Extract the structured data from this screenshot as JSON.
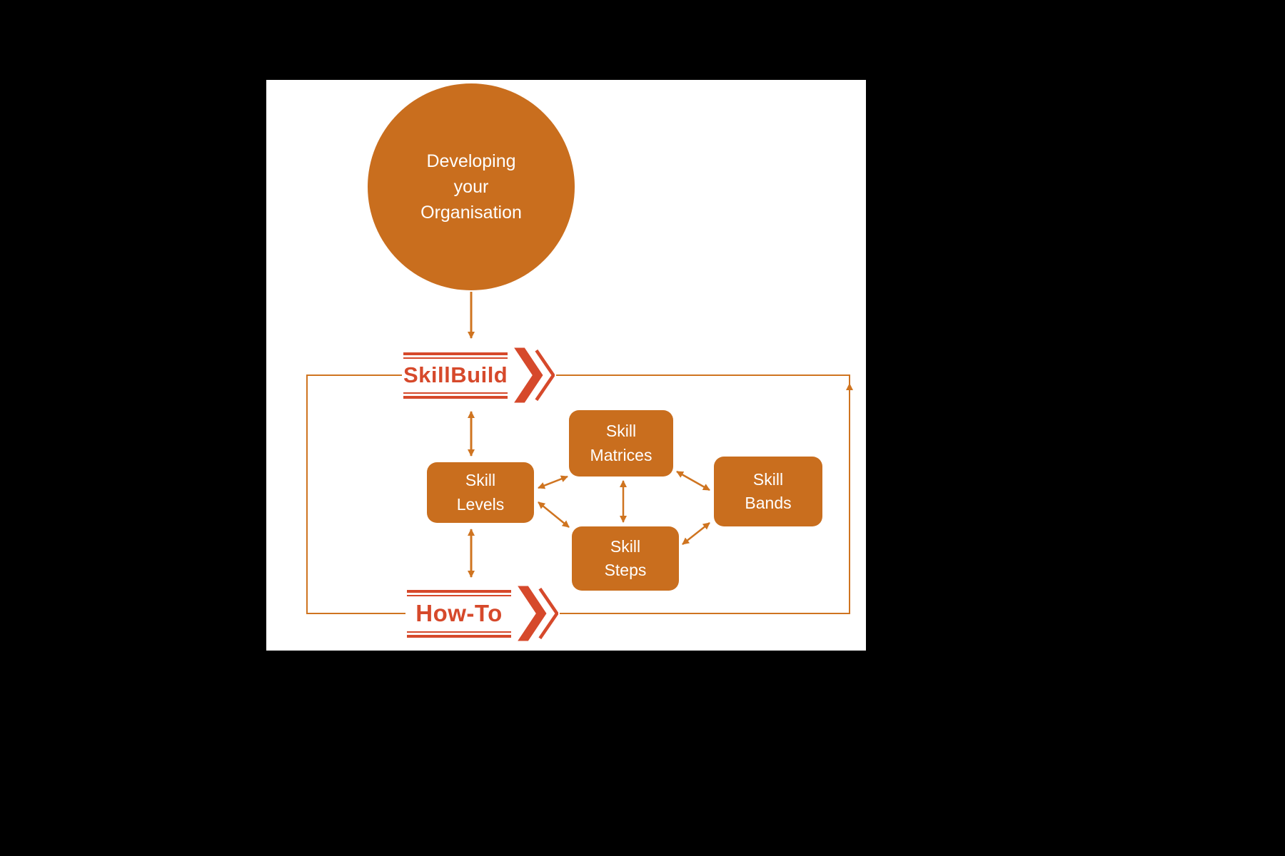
{
  "colors": {
    "node_fill": "#C96E1E",
    "logo_accent": "#D6492B",
    "arrow": "#CF7420",
    "surface": "#ffffff",
    "backdrop": "#000000"
  },
  "nodes": {
    "developing_org": {
      "label": "Developing\nyour\nOrganisation"
    },
    "skillbuild": {
      "label": "SkillBuild"
    },
    "howto": {
      "label": "How-To"
    },
    "skill_levels": {
      "label": "Skill\nLevels"
    },
    "skill_matrices": {
      "label": "Skill\nMatrices"
    },
    "skill_bands": {
      "label": "Skill\nBands"
    },
    "skill_steps": {
      "label": "Skill\nSteps"
    }
  },
  "connections": {
    "circle_to_skillbuild": "one-way down",
    "skillbuild_to_levels": "two-way",
    "levels_to_howto": "two-way",
    "levels_to_matrices": "two-way",
    "levels_to_steps": "two-way",
    "matrices_to_steps": "two-way",
    "matrices_to_bands": "two-way",
    "steps_to_bands": "two-way",
    "howto_loop_to_skillbuild": "rectangular loop, arrow up at top right"
  }
}
